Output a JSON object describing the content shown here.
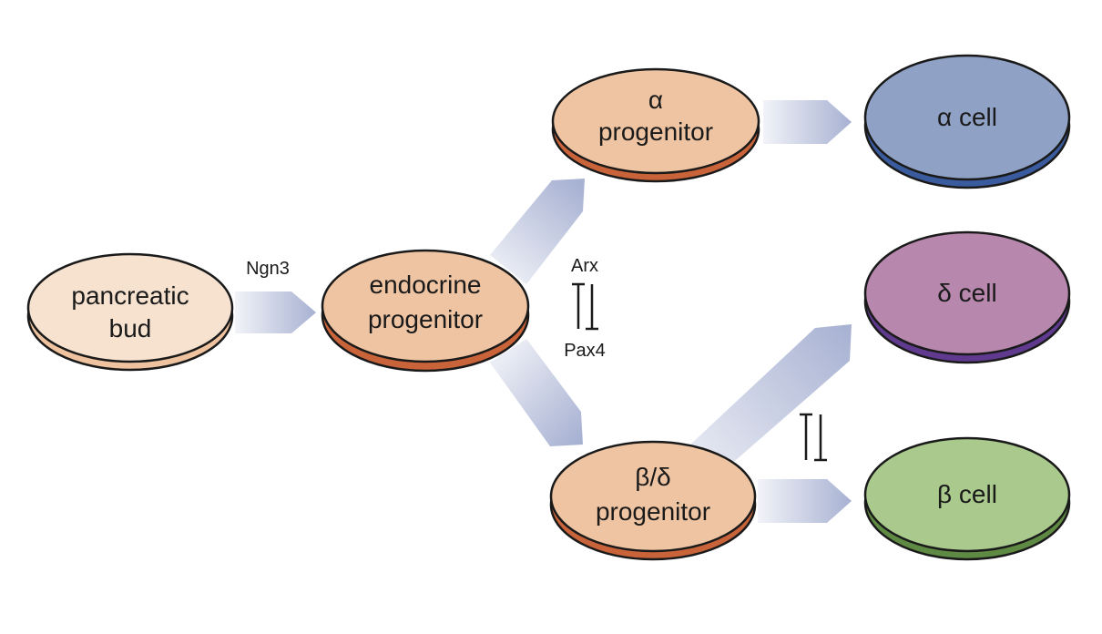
{
  "nodes": {
    "pancreatic_bud": {
      "line1": "pancreatic",
      "line2": "bud",
      "fill": "#f7e1cf",
      "rim": "#efc39f"
    },
    "endocrine_progenitor": {
      "line1": "endocrine",
      "line2": "progenitor",
      "fill": "#efc4a2",
      "rim": "#c9643a"
    },
    "alpha_progenitor": {
      "line1": "α",
      "line2": "progenitor",
      "fill": "#efc4a2",
      "rim": "#c9643a"
    },
    "beta_delta_progenitor": {
      "line1": "β/δ",
      "line2": "progenitor",
      "fill": "#efc4a2",
      "rim": "#c9643a"
    },
    "alpha_cell": {
      "label": "α cell",
      "fill": "#8fa2c6",
      "rim": "#3a5c9e"
    },
    "delta_cell": {
      "label": "δ cell",
      "fill": "#b787ad",
      "rim": "#5f3a8e"
    },
    "beta_cell": {
      "label": "β cell",
      "fill": "#a9ca8c",
      "rim": "#5f8a43"
    }
  },
  "labels": {
    "ngn3": "Ngn3",
    "arx": "Arx",
    "pax4": "Pax4"
  },
  "colors": {
    "arrow": "#a7b1d2",
    "inhibition": "#1a1a1a",
    "outline": "#1a1a1a"
  }
}
